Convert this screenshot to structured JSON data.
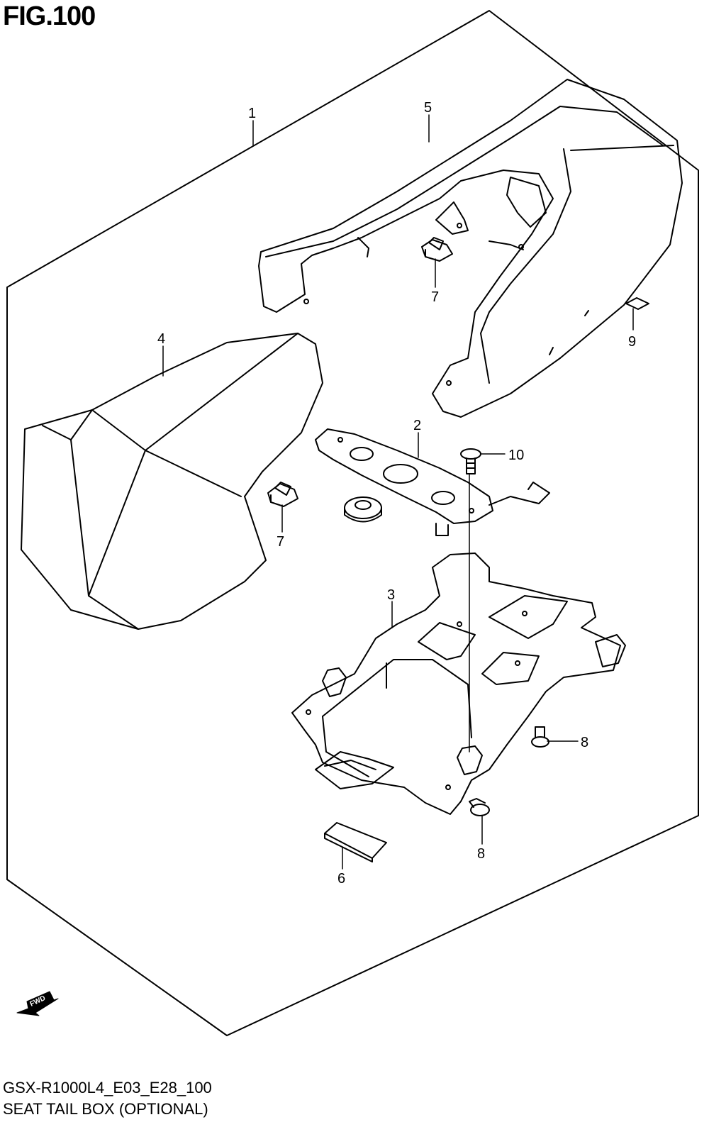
{
  "figure": {
    "title": "FIG.100",
    "code": "GSX-R1000L4_E03_E28_100",
    "caption": "SEAT TAIL BOX (OPTIONAL)"
  },
  "fwd_badge": {
    "text": "FWD"
  },
  "callouts": [
    {
      "id": "c1",
      "text": "1"
    },
    {
      "id": "c5",
      "text": "5"
    },
    {
      "id": "c7a",
      "text": "7"
    },
    {
      "id": "c9",
      "text": "9"
    },
    {
      "id": "c4",
      "text": "4"
    },
    {
      "id": "c2",
      "text": "2"
    },
    {
      "id": "c10",
      "text": "10"
    },
    {
      "id": "c7b",
      "text": "7"
    },
    {
      "id": "c3",
      "text": "3"
    },
    {
      "id": "c8a",
      "text": "8"
    },
    {
      "id": "c8b",
      "text": "8"
    },
    {
      "id": "c6",
      "text": "6"
    }
  ]
}
